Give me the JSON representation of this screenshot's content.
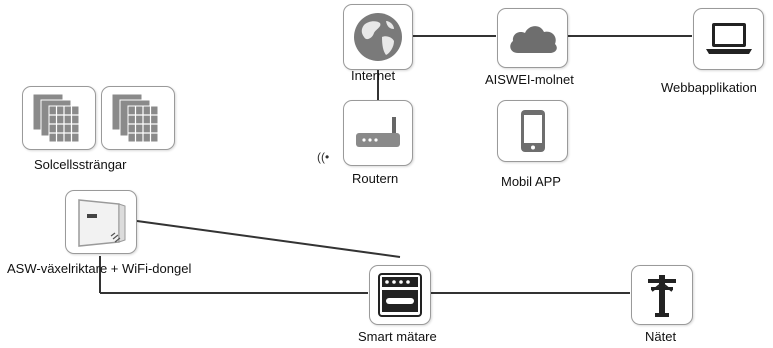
{
  "nodes": {
    "internet": {
      "label": "Internet",
      "icon": "globe-icon"
    },
    "cloud": {
      "label": "AISWEI-molnet",
      "icon": "cloud-icon"
    },
    "web": {
      "label": "Webbapplikation",
      "icon": "laptop-icon"
    },
    "router": {
      "label": "Routern",
      "icon": "router-icon"
    },
    "app": {
      "label": "Mobil APP",
      "icon": "smartphone-icon"
    },
    "panels": {
      "label": "Solcellssträngar",
      "icon": "solar-panel-icon"
    },
    "inverter": {
      "label": "ASW-växelriktare + WiFi-dongel",
      "icon": "inverter-icon"
    },
    "meter": {
      "label": "Smart mätare",
      "icon": "smart-meter-icon"
    },
    "grid": {
      "label": "Nätet",
      "icon": "power-pole-icon"
    }
  },
  "colors": {
    "line": "#333333",
    "border": "#9a9a9a",
    "icon_gray": "#6e6e6e",
    "icon_dark": "#222222"
  }
}
